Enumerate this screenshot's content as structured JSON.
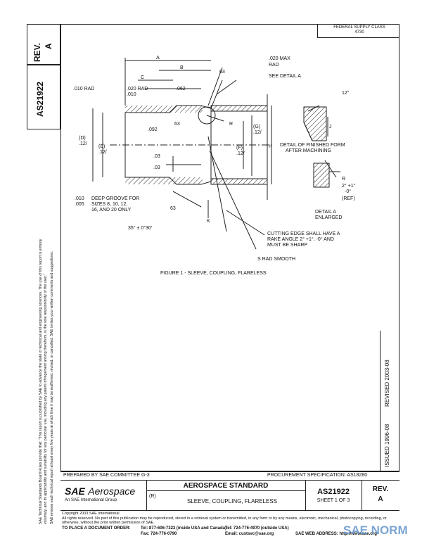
{
  "side": {
    "rev_label": "REV.",
    "rev_value": "A",
    "doc_number": "AS21922",
    "legal_line1": "SAE Technical Standards Board Rules provide that: \"This report is published by SAE to advance the state of technical and engineering sciences. The use of this report is entirely",
    "legal_line2": "voluntary, and its applicability and suitability for any particular use, including any patent infringement arising therefrom, is the sole responsibility of the user.\"",
    "legal_line3": "SAE reviews each technical report at least every five years at which time it may be reaffirmed, revised, or cancelled. SAE invites your written comments and suggestions."
  },
  "federal_supply": {
    "line1": "FEDERAL SUPPLY CLASS",
    "line2": "4730"
  },
  "drawing": {
    "labels": {
      "A": "A",
      "B": "B",
      "C": "C",
      "rad020": ".020 MAX",
      "rad020b": "RAD",
      "see_detail": "SEE DETAIL A",
      "f63_top": "63",
      "rad010": ".010 RAD",
      "rad020_010a": ".020 RAD",
      "rad020_010b": ".010",
      "d062": ".062",
      "d092": ".092",
      "f63_mid": "63",
      "R": "R",
      "D": "(D)",
      "D12": ".12/",
      "E": "(E)",
      "E12": ".12/",
      "G": "(G)",
      "G12": ".12/",
      "F": "(F)",
      "F12": ".12/",
      "H": "H",
      "d03a": ".03",
      "d03b": ".03",
      "groove1": ".010",
      "groove2": ".005",
      "groove_txt1": "DEEP GROOVE FOR",
      "groove_txt2": "SIZES 8, 10, 12,",
      "groove_txt3": "16, AND 20 ONLY",
      "f63_bot": "63",
      "K": "K",
      "angle35": "35° ± 0°30'",
      "deg12": "12°",
      "J": "J",
      "finished1": "DETAIL OF FINISHED FORM",
      "finished2": "AFTER MACHINING",
      "detR": "R",
      "detAng1": "2° +1°",
      "detAng2": "-0°",
      "detRef": "(REF)",
      "detail_a1": "DETAIL A",
      "detail_a2": "ENLARGED",
      "cut1": "CUTTING EDGE SHALL HAVE A",
      "cut2": "RAKE ANGLE 2° +1°, -0° AND",
      "cut3": "MUST BE SHARP",
      "srad": "S RAD SMOOTH",
      "figure": "FIGURE 1 - SLEEVE, COUPLING, FLARELESS"
    }
  },
  "dates": {
    "issued": "ISSUED 1996-08",
    "revised": "REVISED 2003-08"
  },
  "title_block": {
    "prepared": "PREPARED BY SAE COMMITTEE G-3",
    "procurement": "PROCUREMENT SPECIFICATION: AS18280",
    "logo_sae": "SAE",
    "logo_aero": "Aerospace",
    "logo_sub": "An SAE International Group",
    "title_main": "AEROSPACE STANDARD",
    "title_r": "(R)",
    "title_sub": "SLEEVE, COUPLING, FLARELESS",
    "number": "AS21922",
    "sheet": "SHEET 1 OF 3",
    "rev_label": "REV.",
    "rev_value": "A"
  },
  "footer": {
    "copyright": "Copyright 2003 SAE International",
    "rights": "All rights reserved. No part of this publication may be reproduced, stored in a retrieval system or transmitted, in any form or by any means, electronic, mechanical, photocopying, recording, or otherwise, without the prior written permission of SAE.",
    "order_label": "TO PLACE A DOCUMENT ORDER:",
    "tel1": "Tel: 877-606-7323 (inside USA and Canada)",
    "tel2": "Tel: 724-776-4970 (outside USA)",
    "fax": "Fax: 724-776-0790",
    "email": "Email: custsvc@sae.org",
    "web": "SAE WEB ADDRESS: http://www.sae.org",
    "watermark": "SAE NORM"
  }
}
